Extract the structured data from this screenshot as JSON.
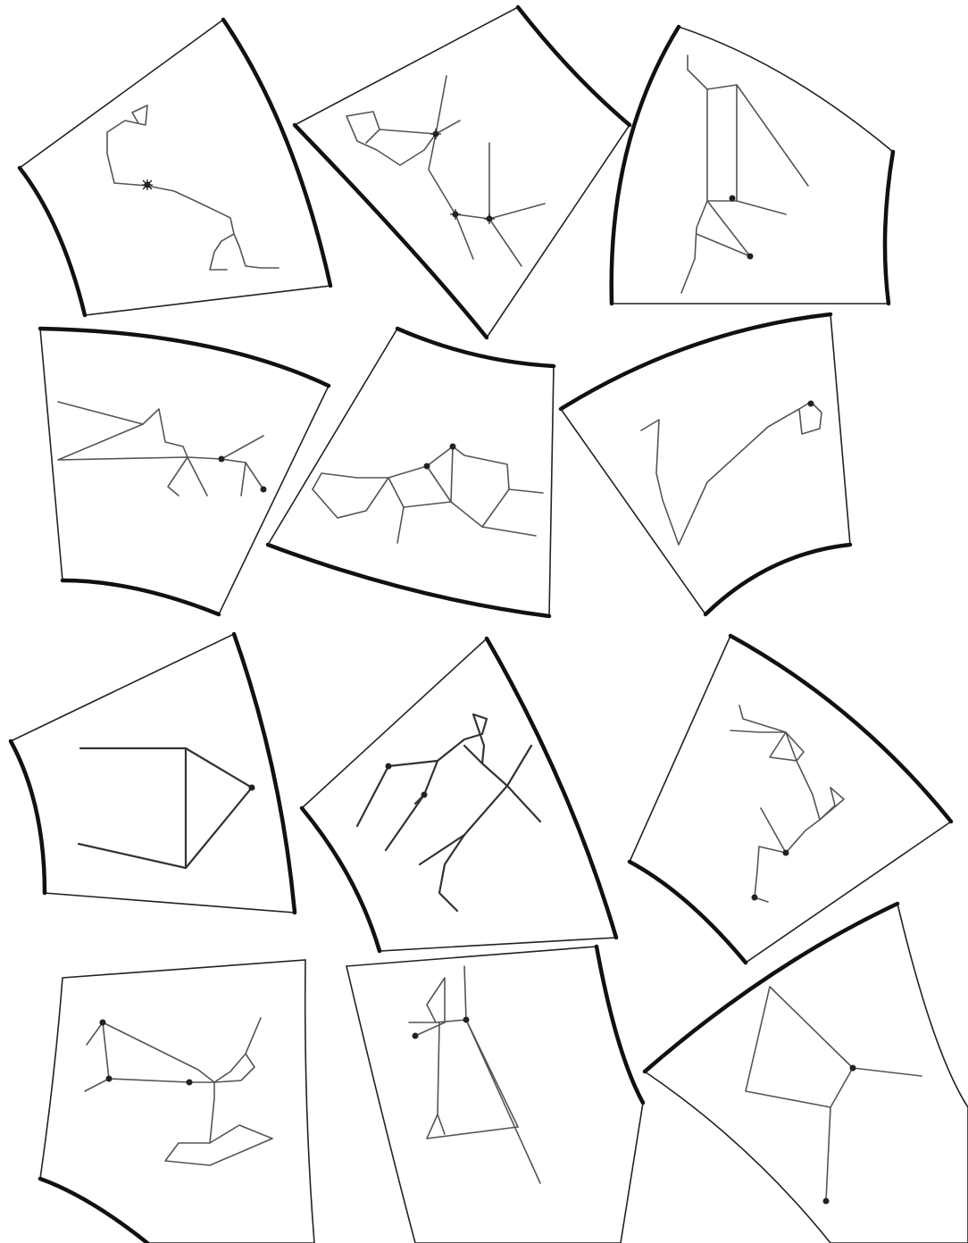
{
  "sheet": {
    "background": "#ffffff",
    "line_color": "#555555",
    "border_color": "#111111",
    "card_count": 12
  },
  "cards": [
    {
      "id": 1,
      "row": 1,
      "col": 1
    },
    {
      "id": 2,
      "row": 1,
      "col": 2
    },
    {
      "id": 3,
      "row": 1,
      "col": 3
    },
    {
      "id": 4,
      "row": 2,
      "col": 1
    },
    {
      "id": 5,
      "row": 2,
      "col": 2
    },
    {
      "id": 6,
      "row": 2,
      "col": 3
    },
    {
      "id": 7,
      "row": 3,
      "col": 1
    },
    {
      "id": 8,
      "row": 3,
      "col": 2
    },
    {
      "id": 9,
      "row": 3,
      "col": 3
    },
    {
      "id": 10,
      "row": 4,
      "col": 1
    },
    {
      "id": 11,
      "row": 4,
      "col": 2
    },
    {
      "id": 12,
      "row": 4,
      "col": 3
    }
  ]
}
